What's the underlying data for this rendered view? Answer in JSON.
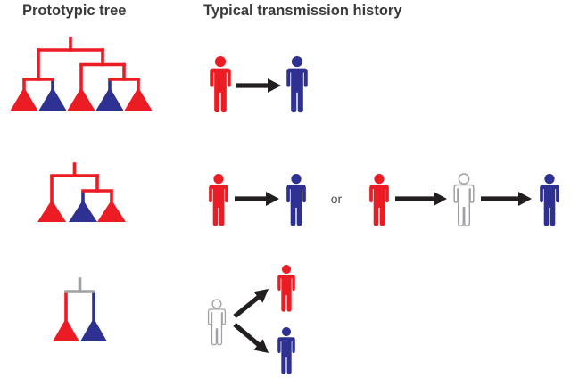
{
  "figure": {
    "headers": {
      "left": "Prototypic tree",
      "right": "Typical transmission history"
    },
    "labels": {
      "or": "or"
    },
    "colors": {
      "red": "#ec1c24",
      "blue": "#2e3192",
      "gray": "#9fa1a4",
      "arrow": "#231f20",
      "heading_text": "#3a3a3c",
      "or_text": "#4d4d4f",
      "outline_person_fill": "#ffffff",
      "background": "#ffffff"
    },
    "rows": [
      {
        "id": "row-1",
        "tree": {
          "branch_color": "red",
          "structure": [
            [
              "red",
              "blue"
            ],
            [
              "red",
              [
                "blue",
                "red"
              ]
            ]
          ],
          "tip_colors": [
            "red",
            "blue",
            "red",
            "blue",
            "red"
          ]
        },
        "transmission": {
          "kind": "chain",
          "sequence": [
            "red",
            "arrow",
            "blue"
          ]
        }
      },
      {
        "id": "row-2",
        "tree": {
          "branch_color": "red",
          "structure": [
            "red",
            [
              "blue",
              "red"
            ]
          ],
          "tip_colors": [
            "red",
            "blue",
            "red"
          ]
        },
        "transmission": {
          "kind": "chain",
          "sequence": [
            "red",
            "arrow",
            "blue",
            "or",
            "red",
            "arrow",
            "gray",
            "arrow",
            "blue"
          ]
        }
      },
      {
        "id": "row-3",
        "tree": {
          "branch_color": "gray",
          "structure": [
            "red",
            "blue"
          ],
          "tip_colors": [
            "red",
            "blue"
          ]
        },
        "transmission": {
          "kind": "fanout",
          "source": "gray",
          "targets": [
            "red",
            "blue"
          ]
        }
      }
    ]
  }
}
